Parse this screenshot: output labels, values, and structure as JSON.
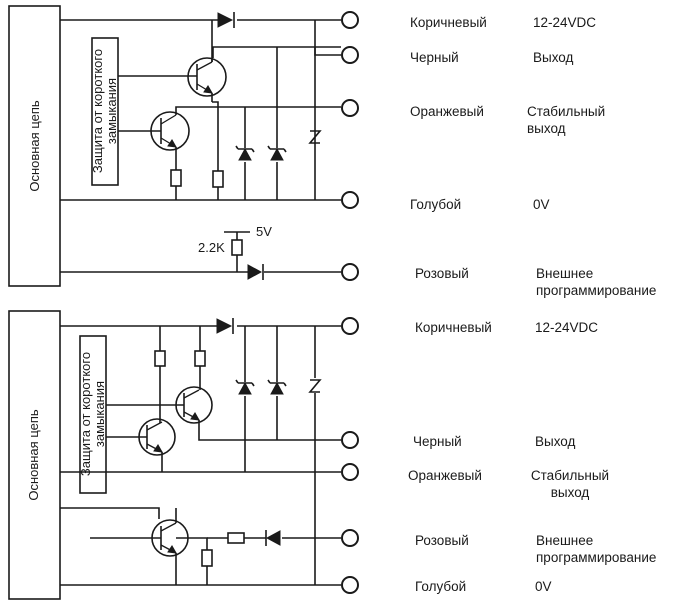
{
  "diagram_top": {
    "block_label": "Основная цепь",
    "protection_label": "Защита от короткого замыкания",
    "resistor_label": "2.2K",
    "voltage_label": "5V",
    "pins": [
      {
        "color": "Коричневый",
        "function": "12-24VDC"
      },
      {
        "color": "Черный",
        "function": "Выход"
      },
      {
        "color": "Оранжевый",
        "function": "Стабильный выход"
      },
      {
        "color": "Голубой",
        "function": "0V"
      },
      {
        "color": "Розовый",
        "function": "Внешнее программирование"
      }
    ]
  },
  "diagram_bottom": {
    "block_label": "Основная цепь",
    "protection_label": "Защита от короткого замыкания",
    "pins": [
      {
        "color": "Коричневый",
        "function": "12-24VDC"
      },
      {
        "color": "Черный",
        "function": "Выход"
      },
      {
        "color": "Оранжевый",
        "function": "Стабильный выход"
      },
      {
        "color": "Розовый",
        "function": "Внешнее программирование"
      },
      {
        "color": "Голубой",
        "function": "0V"
      }
    ]
  }
}
